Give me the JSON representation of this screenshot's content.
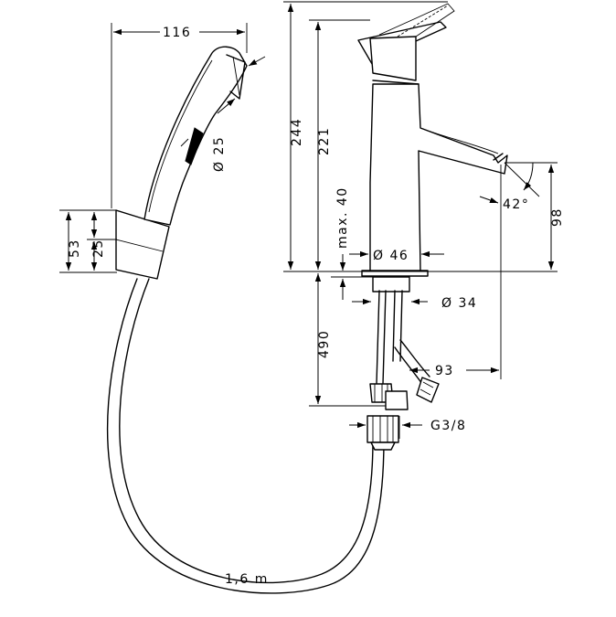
{
  "dimensions": {
    "width_116": "116",
    "diameter_25": "Ø 25",
    "height_53": "53",
    "height_25": "25",
    "height_244": "244",
    "height_221": "221",
    "max_40": "max. 40",
    "diameter_46": "Ø 46",
    "diameter_34": "Ø 34",
    "angle_42": "42°",
    "height_98": "98",
    "length_490": "490",
    "offset_93": "93",
    "thread_g38": "G3/8",
    "hose_length": "1,6 m"
  },
  "colors": {
    "line": "#000000",
    "background": "#ffffff"
  }
}
